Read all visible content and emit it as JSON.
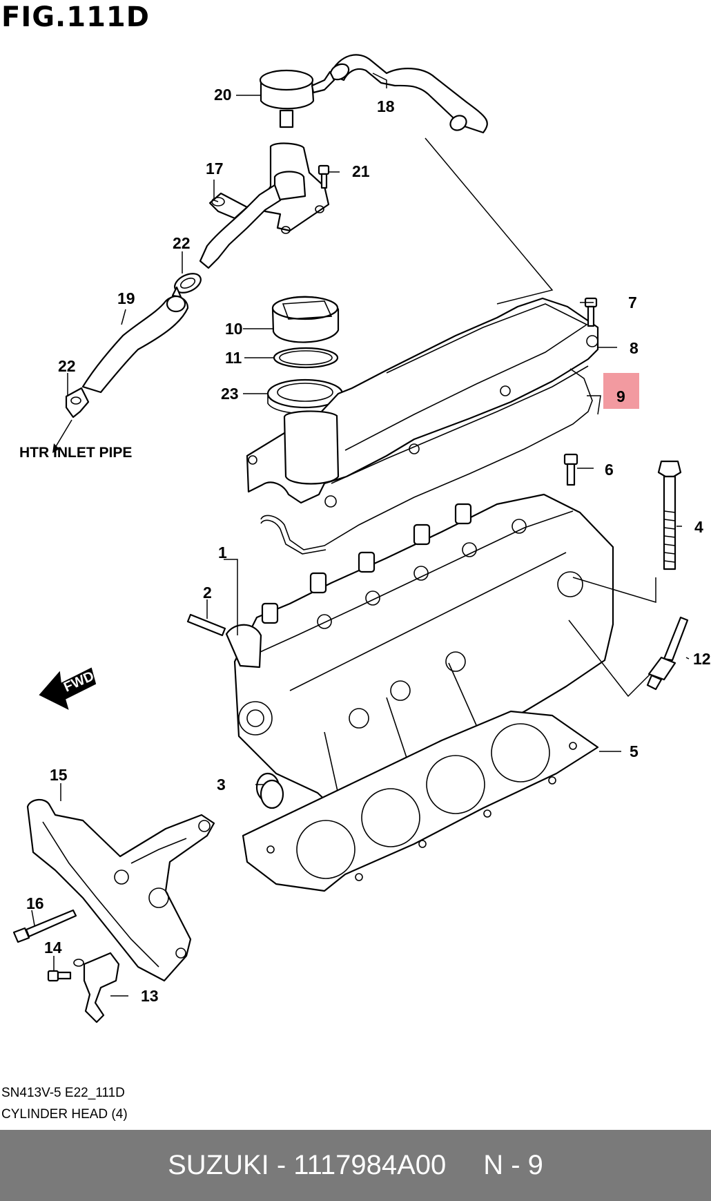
{
  "figure_title": "FIG.111D",
  "callouts": {
    "c1": "1",
    "c2": "2",
    "c3": "3",
    "c4": "4",
    "c5": "5",
    "c6": "6",
    "c7": "7",
    "c8": "8",
    "c9": "9",
    "c10": "10",
    "c11": "11",
    "c12": "12",
    "c13": "13",
    "c14": "14",
    "c15": "15",
    "c16": "16",
    "c17": "17",
    "c18": "18",
    "c19": "19",
    "c20": "20",
    "c21": "21",
    "c22a": "22",
    "c22b": "22",
    "c23": "23"
  },
  "highlighted_callout": "9",
  "highlight_color": "#f29aa0",
  "htr_note": "HTR INLET PIPE",
  "fwd_label": "FWD",
  "caption": {
    "code": "SN413V-5 E22_111D",
    "title": "CYLINDER HEAD (4)"
  },
  "footer": {
    "brand_part": "SUZUKI - 1117984A00",
    "position": "N - 9"
  },
  "colors": {
    "footer_bg": "#7a7a7a",
    "footer_text": "#ffffff"
  }
}
